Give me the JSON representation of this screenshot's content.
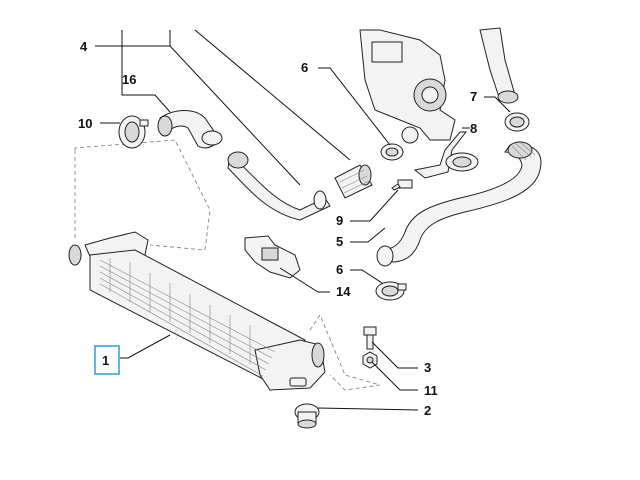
{
  "labels": {
    "l1": "1",
    "l2": "2",
    "l3": "3",
    "l4": "4",
    "l5": "5",
    "l6a": "6",
    "l6b": "6",
    "l7": "7",
    "l8": "8",
    "l9": "9",
    "l10": "10",
    "l11": "11",
    "l14": "14",
    "l16": "16"
  },
  "colors": {
    "highlight": "#3aa0d8",
    "line": "#111111"
  }
}
